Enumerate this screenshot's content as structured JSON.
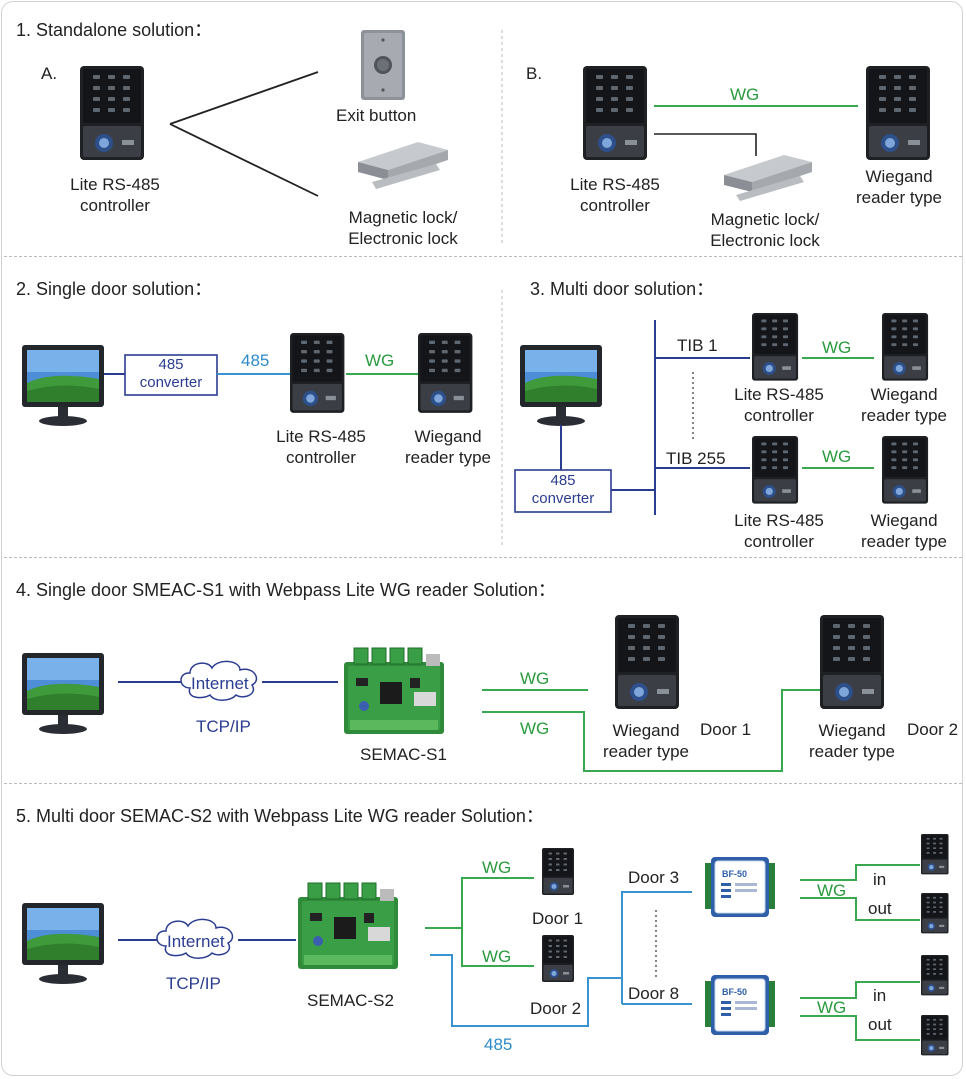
{
  "section1": {
    "title": "1. Standalone solution：",
    "a_label": "A.",
    "b_label": "B.",
    "a_controller": "Lite RS-485\ncontroller",
    "exit_button": "Exit button",
    "a_maglock": "Magnetic lock/\nElectronic lock",
    "b_controller": "Lite RS-485\ncontroller",
    "b_wg": "WG",
    "b_maglock": "Magnetic lock/\nElectronic lock",
    "b_reader": "Wiegand\nreader type"
  },
  "section2": {
    "title": "2. Single door solution：",
    "converter": "485\nconverter",
    "link485": "485",
    "wg": "WG",
    "controller": "Lite RS-485\ncontroller",
    "reader": "Wiegand\nreader type"
  },
  "section3": {
    "title": "3. Multi door solution：",
    "tib1": "TIB 1",
    "tib255": "TIB 255",
    "wg1": "WG",
    "wg2": "WG",
    "controller1": "Lite RS-485\ncontroller",
    "reader1": "Wiegand\nreader type",
    "controller2": "Lite RS-485\ncontroller",
    "reader2": "Wiegand\nreader type",
    "converter": "485\nconverter"
  },
  "section4": {
    "title": "4. Single door SMEAC-S1 with Webpass Lite WG reader Solution：",
    "internet": "Internet",
    "tcpip": "TCP/IP",
    "board": "SEMAC-S1",
    "wg1": "WG",
    "wg2": "WG",
    "reader1": "Wiegand\nreader type",
    "door1": "Door 1",
    "reader2": "Wiegand\nreader type",
    "door2": "Door 2"
  },
  "section5": {
    "title": "5. Multi door SEMAC-S2 with Webpass Lite WG reader Solution：",
    "internet": "Internet",
    "tcpip": "TCP/IP",
    "board": "SEMAC-S2",
    "wg1": "WG",
    "wg2": "WG",
    "door1": "Door 1",
    "door2": "Door 2",
    "link485": "485",
    "door3": "Door 3",
    "door8": "Door 8",
    "bf50_label": "BF-50",
    "wg3": "WG",
    "wg4": "WG",
    "in1": "in",
    "out1": "out",
    "in2": "in",
    "out2": "out"
  },
  "colors": {
    "wg_line": "#3aa84e",
    "rs485_line": "#3a93d1",
    "net_line": "#2b3d91",
    "device_dark": "#1c1e22"
  }
}
